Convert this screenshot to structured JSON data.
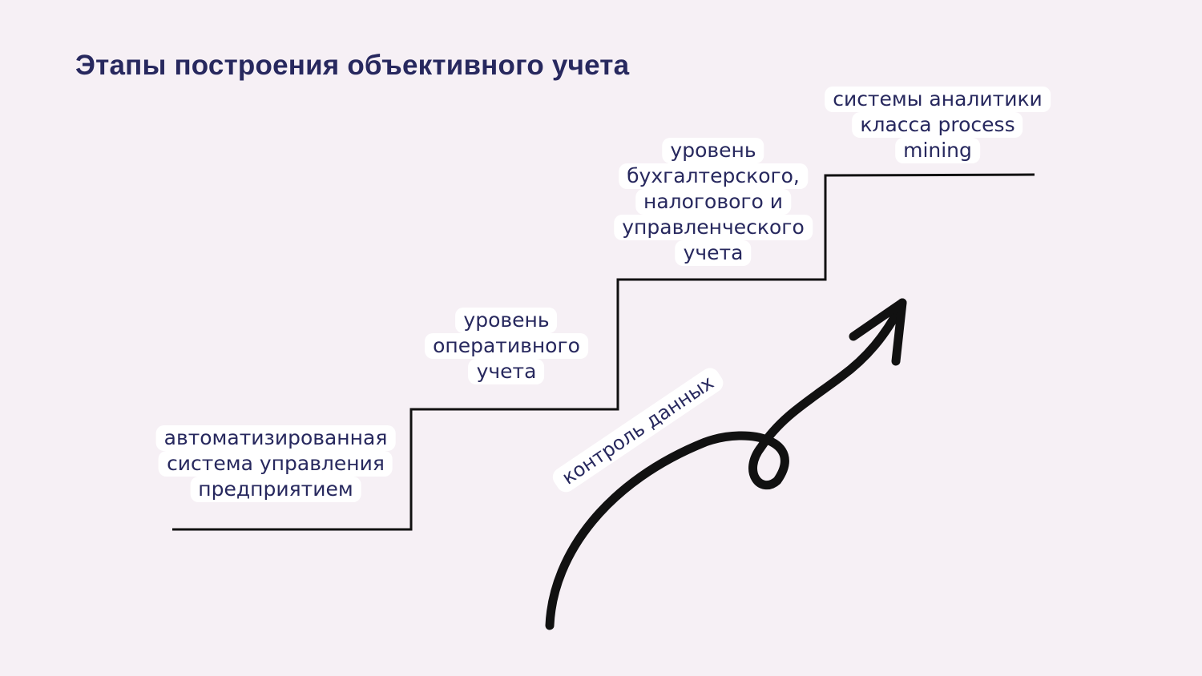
{
  "title": "Этапы построения объективного учета",
  "steps": [
    {
      "lines": [
        "автоматизированная",
        "система управления",
        "предприятием"
      ]
    },
    {
      "lines": [
        "уровень",
        "оперативного",
        "учета"
      ]
    },
    {
      "lines": [
        "уровень",
        "бухгалтерского,",
        "налогового и",
        "управленческого",
        "учета"
      ]
    },
    {
      "lines": [
        "системы аналитики",
        "класса process",
        "mining"
      ]
    }
  ],
  "arrow_label": "контроль данных",
  "colors": {
    "background": "#f6f0f5",
    "text": "#27285e",
    "lines": "#111111",
    "label_bg": "#ffffff"
  }
}
